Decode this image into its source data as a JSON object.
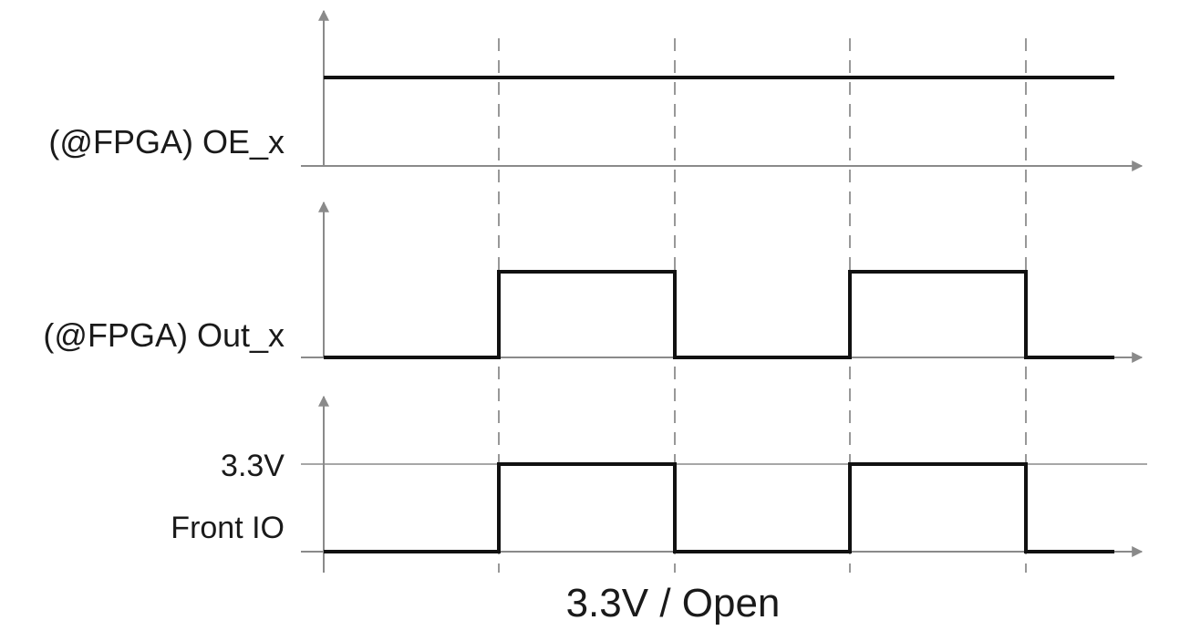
{
  "diagram": {
    "signals": [
      {
        "label": "(@FPGA) OE_x",
        "levels": [
          1,
          1,
          1,
          1,
          1
        ]
      },
      {
        "label": "(@FPGA) Out_x",
        "levels": [
          0,
          1,
          0,
          1,
          0
        ]
      },
      {
        "label": "Front IO",
        "level_label": "3.3V",
        "levels": [
          0,
          1,
          0,
          1,
          0
        ]
      }
    ],
    "caption": "3.3V / Open",
    "colors": {
      "axis": "#8a8a8a",
      "signal": "#111111",
      "grid": "#777777",
      "text": "#1a1a1a"
    }
  }
}
